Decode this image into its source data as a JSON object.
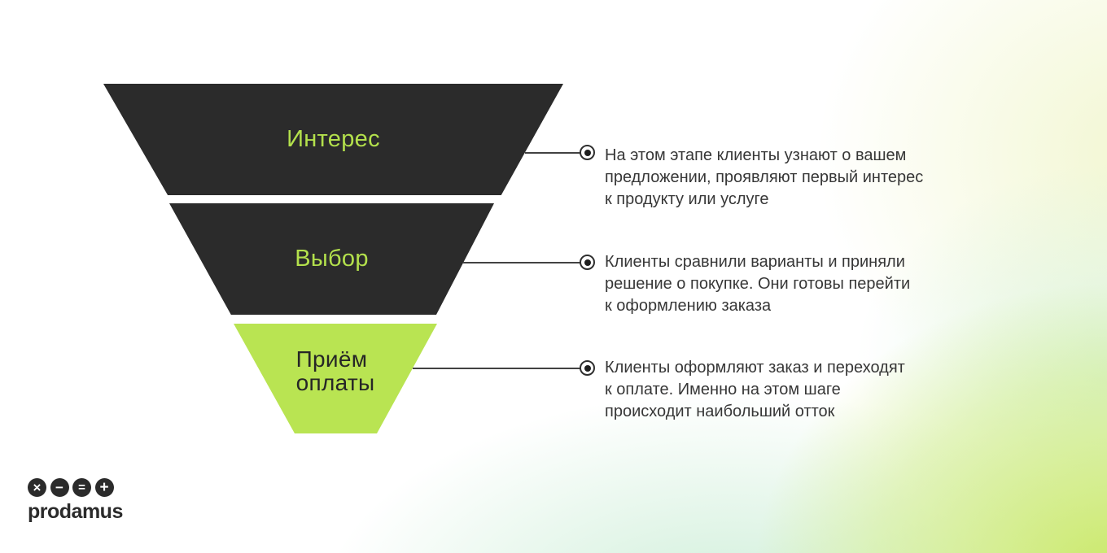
{
  "funnel": {
    "type": "funnel",
    "stages": [
      {
        "id": "interest",
        "label": "Интерес",
        "description": "На этом этапе клиенты узнают о вашем\nпредложении, проявляют первый интерес\nк продукту или услуге"
      },
      {
        "id": "choice",
        "label": "Выбор",
        "description": "Клиенты сравнили варианты и приняли\nрешение о покупке. Они готовы перейти\nк оформлению заказа"
      },
      {
        "id": "payment",
        "label": "Приём\nоплаты",
        "description": "Клиенты оформляют заказ и переходят\nк оплате. Именно на этом шаге\nпроисходит наибольший отток"
      }
    ]
  },
  "logo": {
    "name": "prodamus",
    "symbols": {
      "multiply": "×",
      "minus": "−",
      "equals": "=",
      "plus": "+"
    }
  },
  "colors": {
    "stage_dark": "#2b2b2b",
    "stage_green": "#b9e452",
    "label_green": "#b3e04c",
    "body_text": "#373737",
    "background_tint_yellow_green": "#c7e760",
    "background_tint_mint": "#c1eace"
  }
}
